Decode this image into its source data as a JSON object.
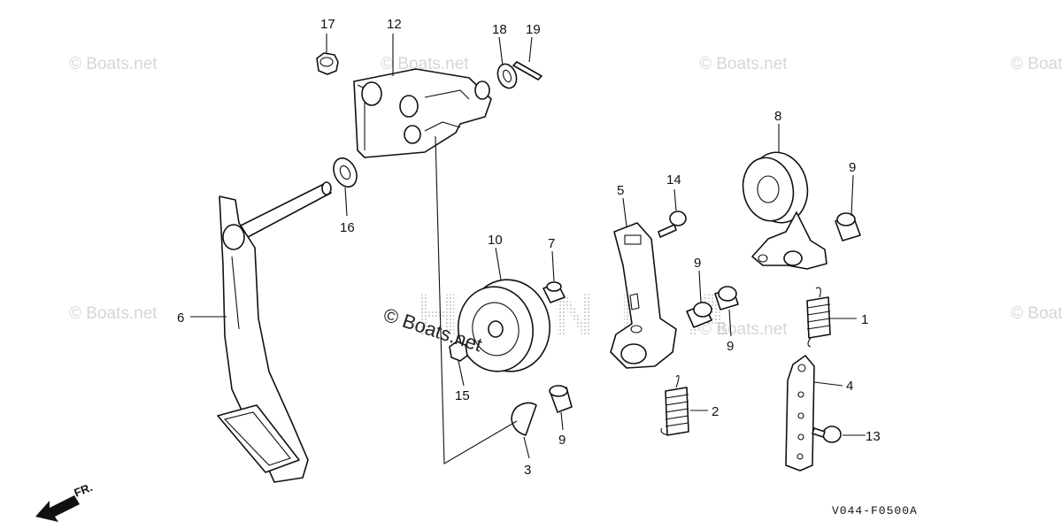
{
  "watermark": {
    "text": "© Boats.net",
    "center_text": "© Boats.net",
    "color": "#d6d6d6",
    "brand_text": "HONDA"
  },
  "callouts": {
    "p1": "1",
    "p2": "2",
    "p3": "3",
    "p4": "4",
    "p5": "5",
    "p6": "6",
    "p7": "7",
    "p8": "8",
    "p9a": "9",
    "p9b": "9",
    "p9c": "9",
    "p9d": "9",
    "p10": "10",
    "p12": "12",
    "p13": "13",
    "p14": "14",
    "p15": "15",
    "p16": "16",
    "p17": "17",
    "p18": "18",
    "p19": "19"
  },
  "direction_label": "FR.",
  "diagram_code": "V044-F0500A"
}
